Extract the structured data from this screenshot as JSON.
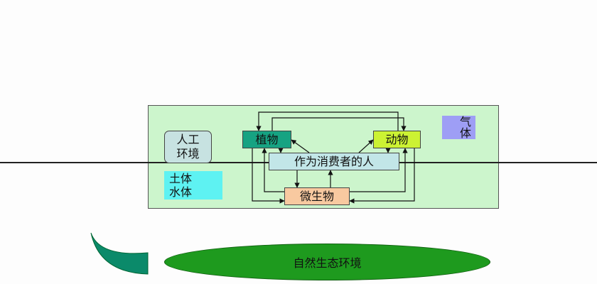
{
  "diagram": {
    "human_env": {
      "line1": "人工",
      "line2": "环境"
    },
    "plants": "植物",
    "animals": "动物",
    "consumer": "作为消费者的人",
    "microbes": "微生物",
    "gas": {
      "line1": "气",
      "line2": "体"
    },
    "soil_water": {
      "line1": "土体",
      "line2": "水体"
    },
    "natural_env": "自然生态环境"
  },
  "colors": {
    "frame": "#ccf5cc",
    "plants": "#16a382",
    "animals": "#ccf233",
    "consumer": "#c2e6e8",
    "microbes": "#f8c9a0",
    "gas": "#9e9ef5",
    "soil_water": "#5ef2f2",
    "natural_env": "#1e9a1e",
    "arc_shape": "#0b8a6a"
  }
}
